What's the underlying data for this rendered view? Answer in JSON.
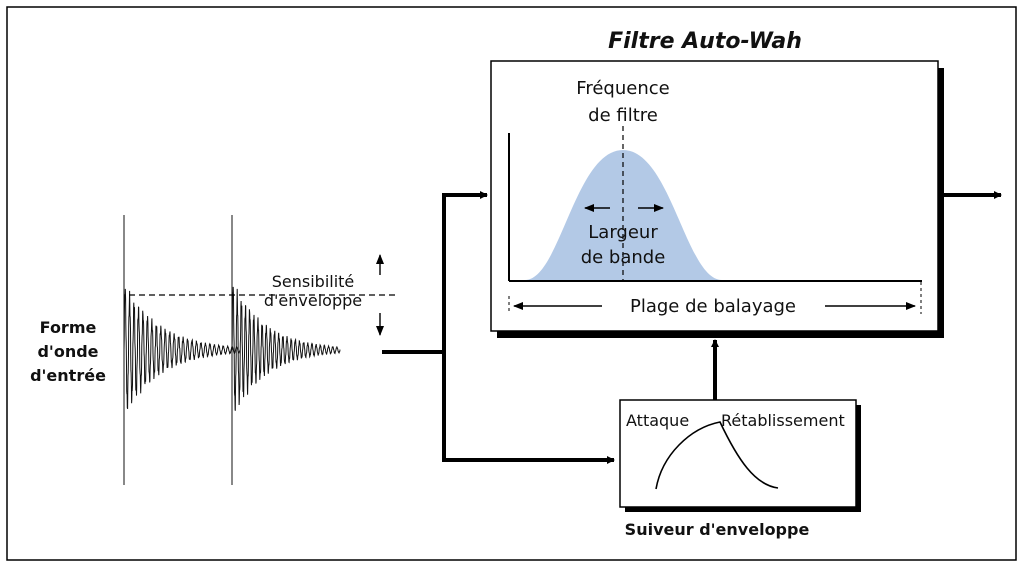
{
  "diagram": {
    "title": "Filtre Auto-Wah",
    "filter_frequency": [
      "Fréquence",
      "de filtre"
    ],
    "bandwidth": [
      "Largeur",
      "de bande"
    ],
    "sweep_range": "Plage de balayage",
    "envelope_sensitivity": [
      "Sensibilité",
      "d'enveloppe"
    ],
    "input_waveform": [
      "Forme",
      "d'onde",
      "d'entrée"
    ],
    "attack": "Attaque",
    "release": "Rétablissement",
    "envelope_follower": "Suiveur d'enveloppe"
  },
  "colors": {
    "filter_curve": "#b3c9e6",
    "lines": "#000000"
  }
}
